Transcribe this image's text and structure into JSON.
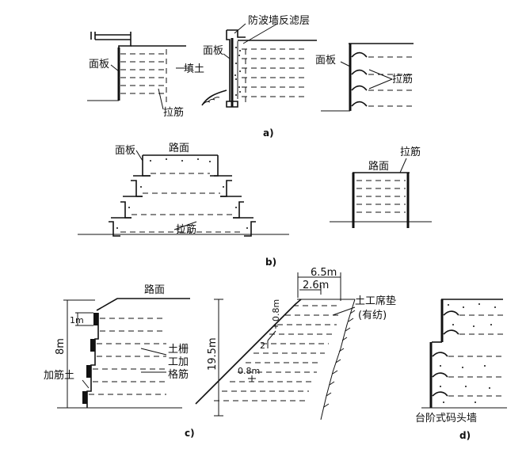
{
  "labels": {
    "a": {
      "panel_left": "面板",
      "fill": "填土",
      "rebar_left": "拉筋",
      "wave_wall": "防波墙",
      "filter_layer": "反滤层",
      "panel_mid": "面板",
      "panel_right": "面板",
      "rebar_right": "拉筋",
      "caption": "a)"
    },
    "b": {
      "panel": "面板",
      "road_left": "路面",
      "rebar_left": "拉筋",
      "rebar_right": "拉筋",
      "road_right": "路面",
      "caption": "b)"
    },
    "c": {
      "road": "路面",
      "dim_1m": "1m",
      "dim_8m": "8m",
      "reinforced_soil": "加筋土",
      "geogrid_col1": "土栅",
      "geogrid_col2": "工加",
      "geogrid_col3": "格筋",
      "dim_19_5m": "19.5m",
      "dim_6_5m": "6.5m",
      "dim_2_6m": "2.6m",
      "dim_0_8m_top": "0.8m",
      "slope_2": "2",
      "dim_0_8m_bottom": "0.8m",
      "geomat_line1": "土工席垫",
      "geomat_line2": "(有纺)",
      "caption": "c)"
    },
    "d": {
      "stepped_wall": "台阶式码头墙",
      "caption": "d)"
    }
  }
}
